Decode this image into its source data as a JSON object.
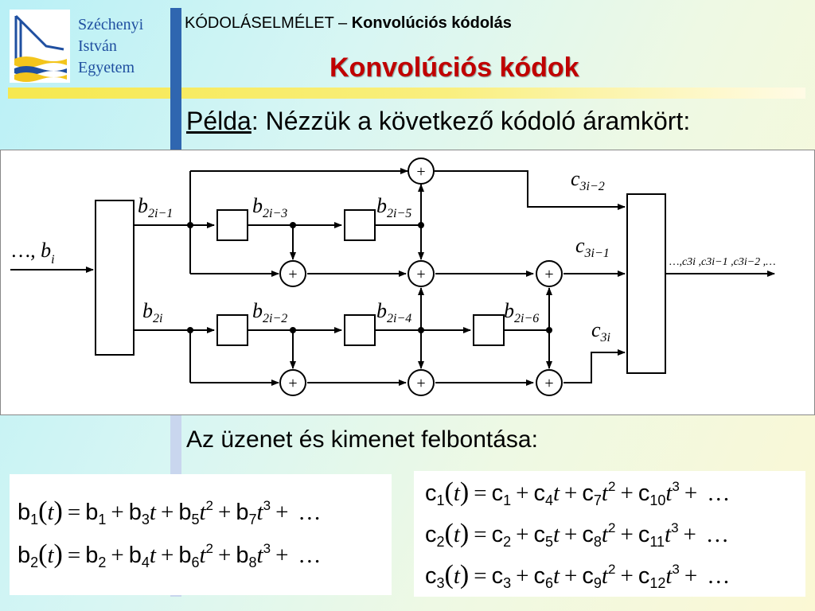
{
  "university": {
    "line1": "Széchenyi",
    "line2": "István",
    "line3": "Egyetem"
  },
  "header": {
    "subject": "KÓDOLÁSELMÉLET – ",
    "topic": "Konvolúciós kódolás"
  },
  "title": "Konvolúciós kódok",
  "example": {
    "label": "Példa",
    "text": ": Nézzük a következő kódoló áramkört:"
  },
  "diagram": {
    "input_label": "…, b",
    "input_sub": "i",
    "b_labels": [
      {
        "base": "b",
        "sub": "2i−1"
      },
      {
        "base": "b",
        "sub": "2i−3"
      },
      {
        "base": "b",
        "sub": "2i−5"
      },
      {
        "base": "b",
        "sub": "2i"
      },
      {
        "base": "b",
        "sub": "2i−2"
      },
      {
        "base": "b",
        "sub": "2i−4"
      },
      {
        "base": "b",
        "sub": "2i−6"
      }
    ],
    "c_labels": [
      {
        "base": "c",
        "sub": "3i−2"
      },
      {
        "base": "c",
        "sub": "3i−1"
      },
      {
        "base": "c",
        "sub": "3i"
      }
    ],
    "plus": "+",
    "output_label": "…,c3i ,c3i−1 ,c3i−2 ,…"
  },
  "split_title": "Az üzenet és kimenet felbontása:",
  "equations_b": [
    {
      "lhs": "b",
      "lhs_sub": "1",
      "terms": [
        [
          "b",
          "1",
          "",
          ""
        ],
        [
          "b",
          "3",
          "t",
          ""
        ],
        [
          "b",
          "5",
          "t",
          "2"
        ],
        [
          "b",
          "7",
          "t",
          "3"
        ]
      ]
    },
    {
      "lhs": "b",
      "lhs_sub": "2",
      "terms": [
        [
          "b",
          "2",
          "",
          ""
        ],
        [
          "b",
          "4",
          "t",
          ""
        ],
        [
          "b",
          "6",
          "t",
          "2"
        ],
        [
          "b",
          "8",
          "t",
          "3"
        ]
      ]
    }
  ],
  "equations_c": [
    {
      "lhs": "c",
      "lhs_sub": "1",
      "terms": [
        [
          "c",
          "1",
          "",
          ""
        ],
        [
          "c",
          "4",
          "t",
          ""
        ],
        [
          "c",
          "7",
          "t",
          "2"
        ],
        [
          "c",
          "10",
          "t",
          "3"
        ]
      ]
    },
    {
      "lhs": "c",
      "lhs_sub": "2",
      "terms": [
        [
          "c",
          "2",
          "",
          ""
        ],
        [
          "c",
          "5",
          "t",
          ""
        ],
        [
          "c",
          "8",
          "t",
          "2"
        ],
        [
          "c",
          "11",
          "t",
          "3"
        ]
      ]
    },
    {
      "lhs": "c",
      "lhs_sub": "3",
      "terms": [
        [
          "c",
          "3",
          "",
          ""
        ],
        [
          "c",
          "6",
          "t",
          ""
        ],
        [
          "c",
          "9",
          "t",
          "2"
        ],
        [
          "c",
          "12",
          "t",
          "3"
        ]
      ]
    }
  ],
  "eq_t": "t",
  "eq_equals": "=",
  "eq_plus": "+",
  "eq_ellipsis": "…",
  "colors": {
    "title": "#c00000",
    "brand_blue": "#2f66b0",
    "accent_yellow": "#f6e84f"
  }
}
